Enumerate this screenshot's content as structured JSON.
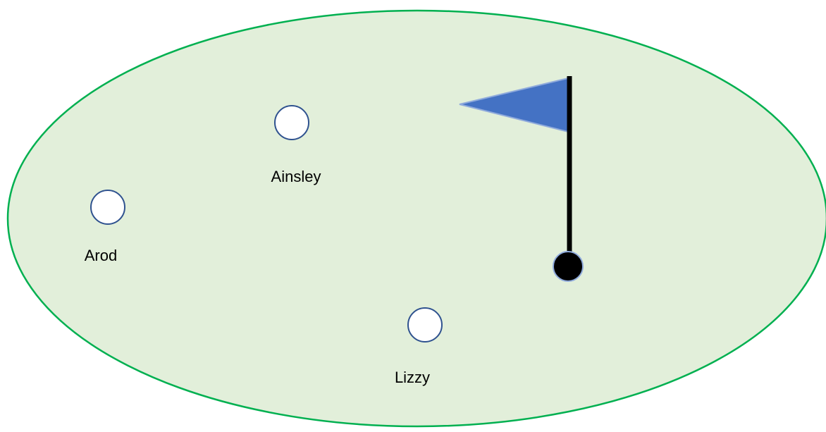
{
  "colors": {
    "green_fill": "#e2efda",
    "green_stroke": "#00b050",
    "ball_fill": "#ffffff",
    "ball_stroke": "#2f528f",
    "flag_fill": "#4472c4",
    "flag_stroke": "#8faadc",
    "pole": "#000000",
    "cup_fill": "#000000",
    "cup_stroke": "#8faadc",
    "label": "#000000"
  },
  "players": [
    {
      "id": "ainsley",
      "label": "Ainsley"
    },
    {
      "id": "arod",
      "label": "Arod"
    },
    {
      "id": "lizzy",
      "label": "Lizzy"
    }
  ],
  "icons": {
    "flag": "flag-icon",
    "cup": "hole-cup-icon",
    "ball": "golf-ball-icon"
  }
}
